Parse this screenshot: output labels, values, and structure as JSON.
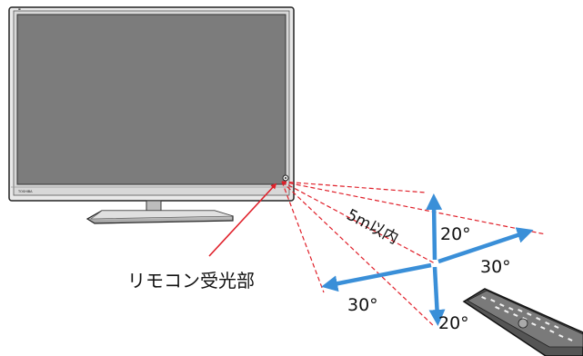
{
  "labels": {
    "receiver": "リモコン受光部",
    "distance": "5m以内",
    "angle_up": "20°",
    "angle_down": "20°",
    "angle_right": "30°",
    "angle_left": "30°"
  },
  "colors": {
    "guide_lines": "#e0202a",
    "arrows": "#3a8fd8",
    "pointer_arrow": "#e0202a",
    "tv_screen": "#7c7c7c",
    "tv_frame": "#cfcfcf"
  },
  "tv": {
    "brand_text": "TOSHIBA"
  }
}
